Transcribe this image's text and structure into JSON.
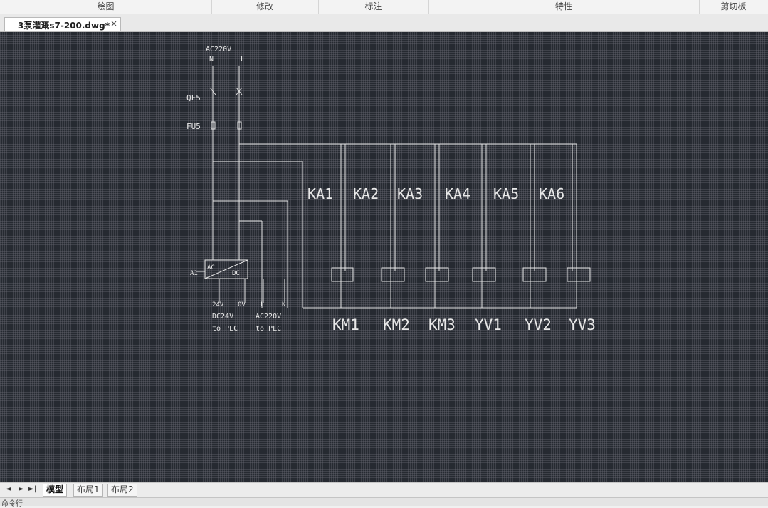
{
  "ribbon": {
    "groups": [
      "绘图",
      "修改",
      "标注",
      "特性",
      "剪切板"
    ]
  },
  "document_tab": {
    "title": "3泵灌溉s7-200.dwg*",
    "close_glyph": "×"
  },
  "drawing": {
    "power_label": "AC220V",
    "n_label": "N",
    "l_label": "L",
    "qf5_label": "QF5",
    "fu5_label": "FU5",
    "ac_label": "AC",
    "dc_label": "DC",
    "a1_label": "A1",
    "terminals": [
      "24V",
      "0V",
      "L",
      "N"
    ],
    "dc24v_label": "DC24V",
    "ac220v_plc_label": "AC220V",
    "to_plc_label": "to PLC",
    "relays": [
      "KA1",
      "KA2",
      "KA3",
      "KA4",
      "KA5",
      "KA6"
    ],
    "loads": [
      "KM1",
      "KM2",
      "KM3",
      "YV1",
      "YV2",
      "YV3"
    ]
  },
  "layout_tabs": {
    "nav": [
      "◄",
      "►",
      "►|"
    ],
    "tabs": [
      "模型",
      "布局1",
      "布局2"
    ]
  },
  "command_line": {
    "text": "命令行"
  }
}
